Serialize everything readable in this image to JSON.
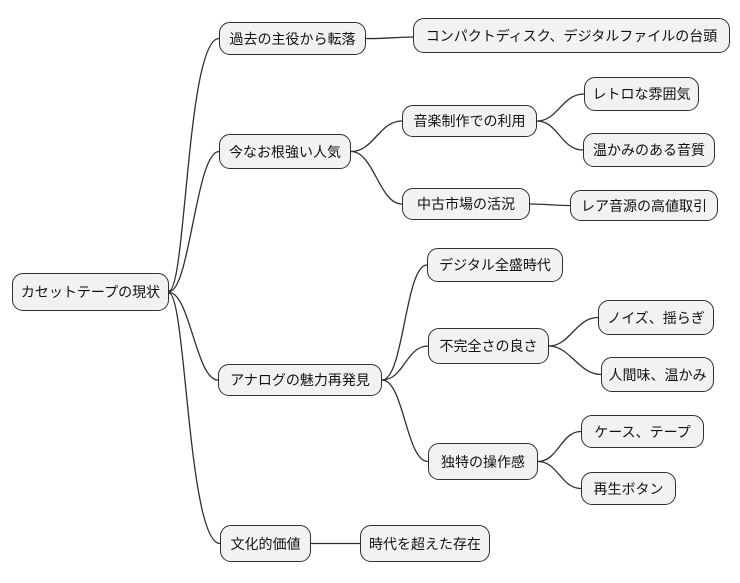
{
  "diagram": {
    "type": "mindmap",
    "background": "#ffffff",
    "node_fill": "#f2f2f2",
    "node_border": "#2f2f2f",
    "edge_color": "#2f2f2f",
    "text_color": "#111111"
  },
  "mindmap": {
    "root": {
      "label": "カセットテープの現状",
      "children": [
        {
          "label": "過去の主役から転落",
          "children": [
            {
              "label": "コンパクトディスク、デジタルファイルの台頭",
              "children": []
            }
          ]
        },
        {
          "label": "今なお根強い人気",
          "children": [
            {
              "label": "音楽制作での利用",
              "children": [
                {
                  "label": "レトロな雰囲気",
                  "children": []
                },
                {
                  "label": "温かみのある音質",
                  "children": []
                }
              ]
            },
            {
              "label": "中古市場の活況",
              "children": [
                {
                  "label": "レア音源の高値取引",
                  "children": []
                }
              ]
            }
          ]
        },
        {
          "label": "アナログの魅力再発見",
          "children": [
            {
              "label": "デジタル全盛時代",
              "children": []
            },
            {
              "label": "不完全さの良さ",
              "children": [
                {
                  "label": "ノイズ、揺らぎ",
                  "children": []
                },
                {
                  "label": "人間味、温かみ",
                  "children": []
                }
              ]
            },
            {
              "label": "独特の操作感",
              "children": [
                {
                  "label": "ケース、テープ",
                  "children": []
                },
                {
                  "label": "再生ボタン",
                  "children": []
                }
              ]
            }
          ]
        },
        {
          "label": "文化的価値",
          "children": [
            {
              "label": "時代を超えた存在",
              "children": []
            }
          ]
        }
      ]
    }
  }
}
